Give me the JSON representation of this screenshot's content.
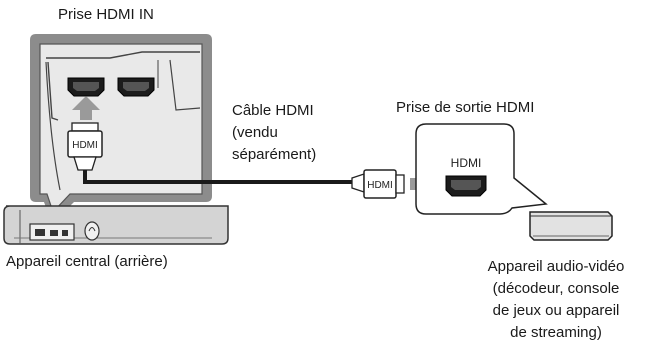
{
  "labels": {
    "hdmi_in": "Prise HDMI IN",
    "cable_line1": "Câble HDMI",
    "cable_line2": "(vendu",
    "cable_line3": "séparément)",
    "hdmi_out": "Prise de sortie HDMI",
    "main_unit": "Appareil central (arrière)",
    "av_line1": "Appareil audio-vidéo",
    "av_line2": "(décodeur, console",
    "av_line3": "de jeux ou appareil",
    "av_line4": "de streaming)"
  },
  "connector_texts": {
    "plug_top": "HDMI",
    "plug_side": "HDMI",
    "port_out": "HDMI"
  }
}
